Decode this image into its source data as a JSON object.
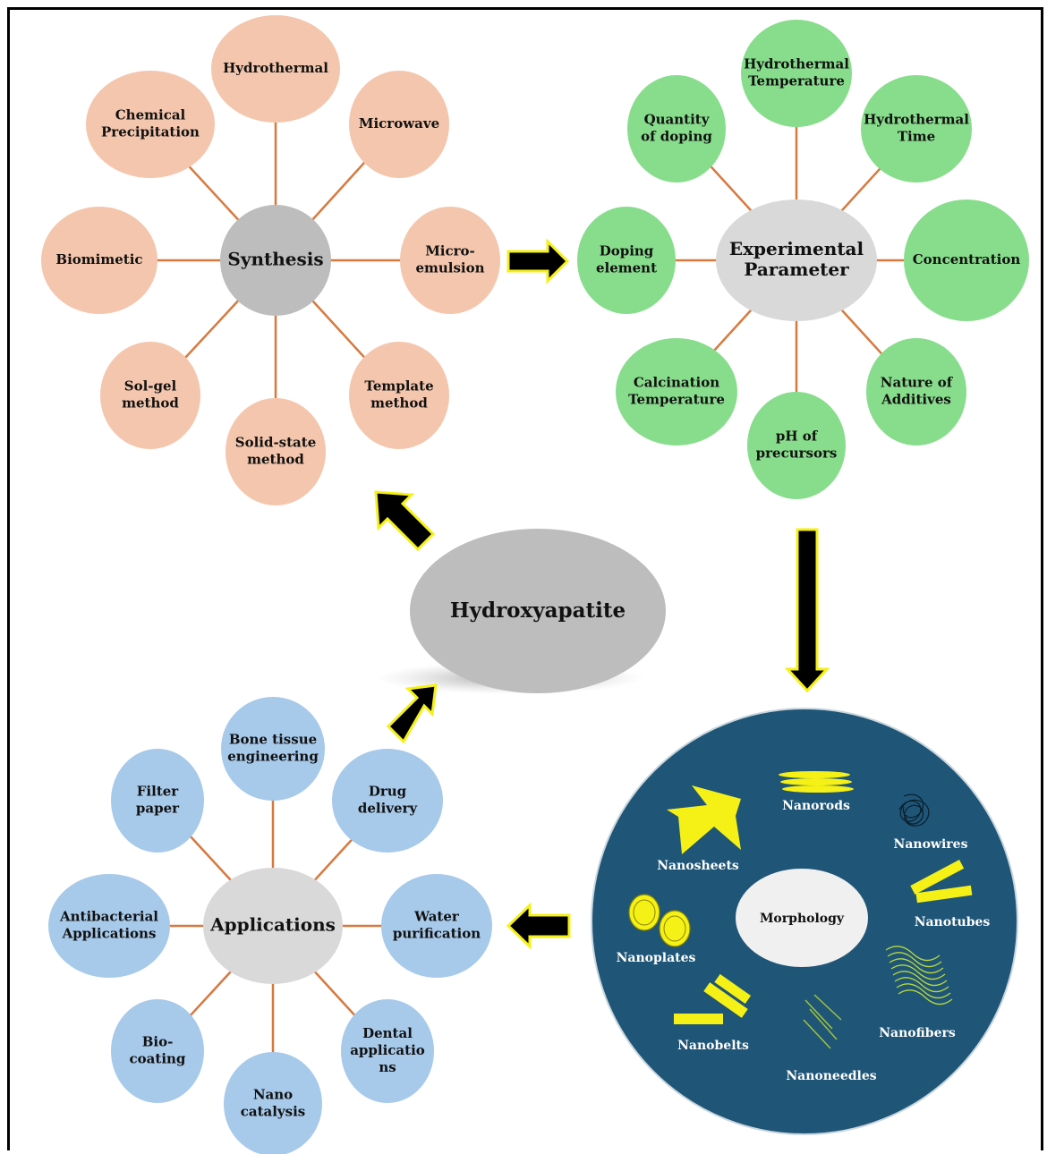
{
  "colors": {
    "synthesis_node": "#f4c6ad",
    "parameter_node": "#88dd8c",
    "application_node": "#a7c9ea",
    "hub": "#bdbdbd",
    "hub_light": "#d9d9d9",
    "connector": "#d7793f",
    "morphology_bg": "#1f5577",
    "morph_item": "#f5f016",
    "arrow_fill": "#000000",
    "arrow_outline": "#f5f016"
  },
  "center": {
    "label": "Hydroxyapatite"
  },
  "synthesis": {
    "hub": "Synthesis",
    "methods": [
      [
        "Hydrothermal"
      ],
      [
        "Microwave"
      ],
      [
        "Micro-",
        "emulsion"
      ],
      [
        "Template",
        "method"
      ],
      [
        "Solid-state",
        "method"
      ],
      [
        "Sol-gel",
        "method"
      ],
      [
        "Biomimetic"
      ],
      [
        "Chemical",
        "Precipitation"
      ]
    ]
  },
  "parameters": {
    "hub": [
      "Experimental",
      "Parameter"
    ],
    "items": [
      [
        "Hydrothermal",
        "Temperature"
      ],
      [
        "Hydrothermal",
        "Time"
      ],
      [
        "Concentration"
      ],
      [
        "Nature of",
        "Additives"
      ],
      [
        "pH of",
        "precursors"
      ],
      [
        "Calcination",
        "Temperature"
      ],
      [
        "Doping",
        "element"
      ],
      [
        "Quantity",
        "of doping"
      ]
    ]
  },
  "morphology": {
    "hub": "Morphology",
    "items": [
      "Nanorods",
      "Nanowires",
      "Nanotubes",
      "Nanofibers",
      "Nanoneedles",
      "Nanobelts",
      "Nanoplates",
      "Nanosheets"
    ]
  },
  "applications": {
    "hub": "Applications",
    "items": [
      [
        "Bone tissue",
        "engineering"
      ],
      [
        "Drug",
        "delivery"
      ],
      [
        "Water",
        "purification"
      ],
      [
        "Dental",
        "applicatio",
        "ns"
      ],
      [
        "Nano",
        "catalysis"
      ],
      [
        "Bio-",
        "coating"
      ],
      [
        "Antibacterial",
        "Applications"
      ],
      [
        "Filter",
        "paper"
      ]
    ]
  },
  "icons": [
    "arrow-right-icon",
    "arrow-down-icon",
    "arrow-left-icon",
    "arrow-up-left-icon",
    "arrow-up-right-icon"
  ]
}
